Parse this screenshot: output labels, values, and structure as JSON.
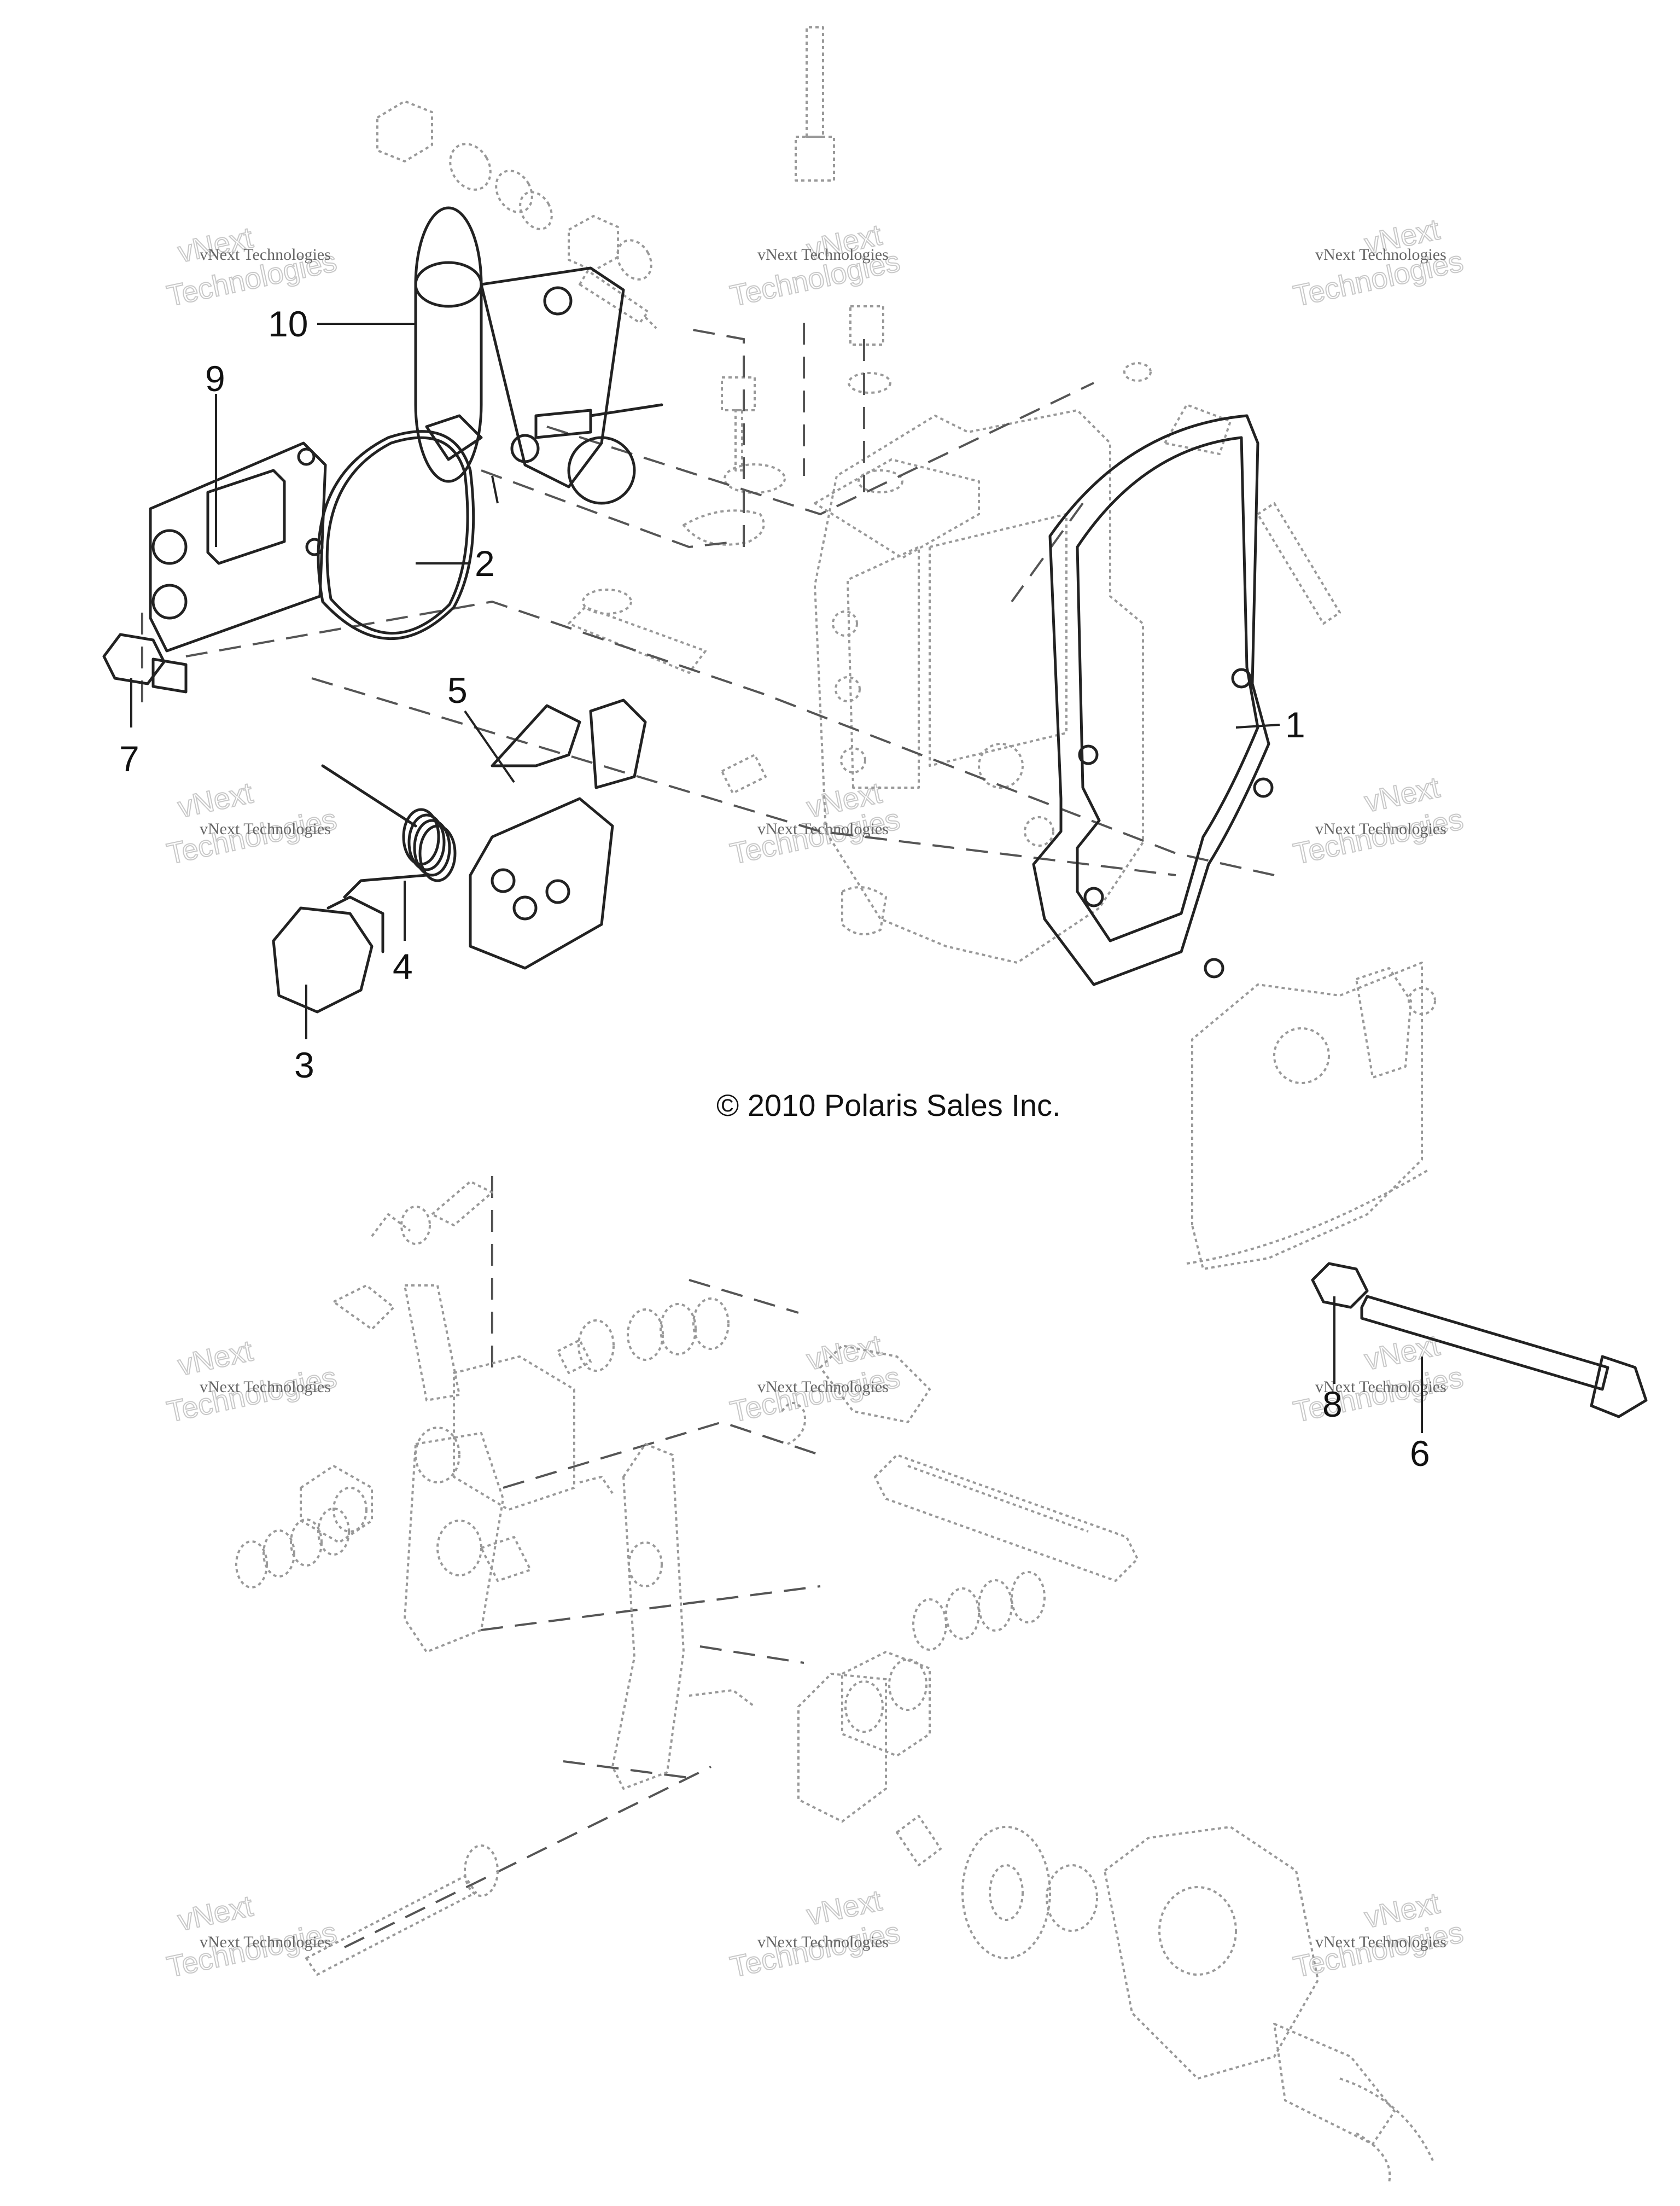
{
  "copyright": "© 2010 Polaris Sales Inc.",
  "watermark": {
    "line1": "vNext Technologies",
    "big1": "vNext",
    "big2": "Technologies"
  },
  "callouts": [
    {
      "id": "1",
      "label": "1"
    },
    {
      "id": "2",
      "label": "2"
    },
    {
      "id": "3",
      "label": "3"
    },
    {
      "id": "4",
      "label": "4"
    },
    {
      "id": "5",
      "label": "5"
    },
    {
      "id": "6",
      "label": "6"
    },
    {
      "id": "7",
      "label": "7"
    },
    {
      "id": "8",
      "label": "8"
    },
    {
      "id": "9",
      "label": "9"
    },
    {
      "id": "10",
      "label": "10"
    }
  ]
}
